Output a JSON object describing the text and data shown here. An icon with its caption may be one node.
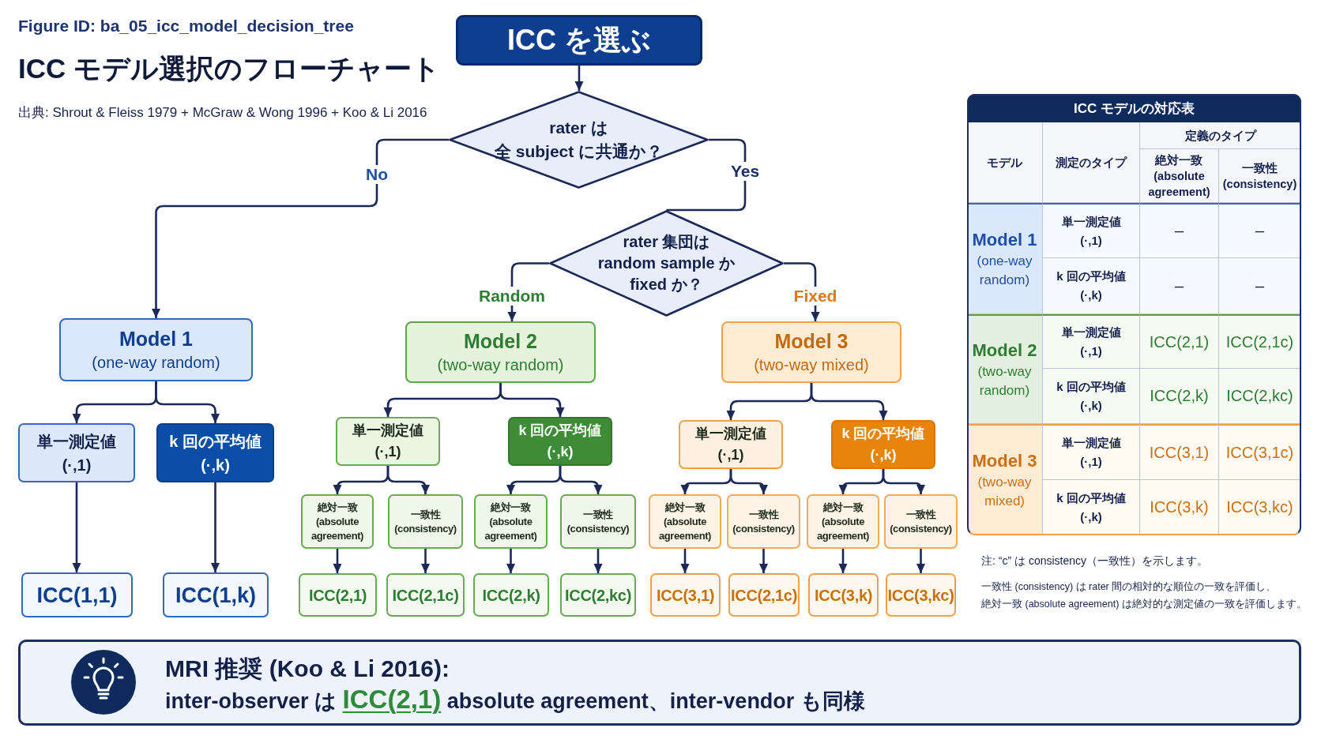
{
  "diagram": {
    "title": "ICC モデル選択のフローチャート",
    "nodes": [
      {
        "text": [
          "ICC を選ぶ"
        ]
      },
      {
        "text": [
          "rater は全 subject に共通か？"
        ]
      },
      {
        "text": [
          "rater 集団は random sample か fixed か？"
        ]
      },
      {
        "text": [
          "Model 1",
          "(one-way random)"
        ]
      },
      {
        "text": [
          "Model 2",
          "(two-way random)"
        ]
      },
      {
        "text": [
          "Model 3",
          "(two-way mixed)"
        ]
      },
      {
        "text": [
          "単一測定値 (·,1)"
        ]
      },
      {
        "text": [
          "k 回の平均値 (·,k)"
        ]
      },
      {
        "text": [
          "単一測定値 (·,1)"
        ]
      },
      {
        "text": [
          "k 回の平均値 (·,k)"
        ]
      },
      {
        "text": [
          "単一測定値 (·,1)"
        ]
      },
      {
        "text": [
          "k 回の平均値 (·,k)"
        ]
      },
      {
        "text": [
          "絶対一致 (absolute agreement)"
        ]
      },
      {
        "text": [
          "一致性 (consistency)"
        ]
      },
      {
        "text": [
          "絶対一致 (absolute agreement)"
        ]
      },
      {
        "text": [
          "一致性 (consistency)"
        ]
      },
      {
        "text": [
          "絶対一致 (absolute agreement)"
        ]
      },
      {
        "text": [
          "一致性 (consistency)"
        ]
      },
      {
        "text": [
          "絶対一致 (absolute agreement)"
        ]
      },
      {
        "text": [
          "一致性 (consistency)"
        ]
      },
      {
        "text": [
          "ICC(1,1)"
        ]
      },
      {
        "text": [
          "ICC(1,k)"
        ]
      },
      {
        "text": [
          "ICC(2,1)"
        ]
      },
      {
        "text": [
          "ICC(2,1c)"
        ]
      },
      {
        "text": [
          "ICC(2,k)"
        ]
      },
      {
        "text": [
          "ICC(2,kc)"
        ]
      },
      {
        "text": [
          "ICC(3,1)"
        ]
      },
      {
        "text": [
          "ICC(2,1c)"
        ]
      },
      {
        "text": [
          "ICC(3,k)"
        ]
      },
      {
        "text": [
          "ICC(3,kc)"
        ]
      },
      {
        "text": [
          "MRI 推奨 (Koo & Li 2016):",
          "inter-observer は **ICC(2,1)** absolute agreement、inter-vendor も同様"
        ]
      }
    ],
    "edges": [
      {
        "from": 0,
        "to": 1,
        "arrow": "to"
      },
      {
        "from": 1,
        "to": 3,
        "arrow": "to",
        "label": "No"
      },
      {
        "from": 1,
        "to": 2,
        "arrow": "none",
        "label": "Yes"
      },
      {
        "from": 2,
        "to": 4,
        "arrow": "to",
        "label": "Random"
      },
      {
        "from": 2,
        "to": 5,
        "arrow": "to",
        "label": "Fixed"
      },
      {
        "from": 3,
        "to": 6,
        "arrow": "to"
      },
      {
        "from": 3,
        "to": 7,
        "arrow": "to"
      },
      {
        "from": 4,
        "to": 8,
        "arrow": "to"
      },
      {
        "from": 4,
        "to": 9,
        "arrow": "to"
      },
      {
        "from": 5,
        "to": 10,
        "arrow": "to"
      },
      {
        "from": 5,
        "to": 11,
        "arrow": "to"
      },
      {
        "from": 6,
        "to": 20,
        "arrow": "to"
      },
      {
        "from": 7,
        "to": 21,
        "arrow": "to"
      },
      {
        "from": 8,
        "to": 12,
        "arrow": "to"
      },
      {
        "from": 8,
        "to": 13,
        "arrow": "to"
      },
      {
        "from": 9,
        "to": 14,
        "arrow": "to"
      },
      {
        "from": 9,
        "to": 15,
        "arrow": "to"
      },
      {
        "from": 10,
        "to": 16,
        "arrow": "to"
      },
      {
        "from": 10,
        "to": 17,
        "arrow": "to"
      },
      {
        "from": 11,
        "to": 18,
        "arrow": "to"
      },
      {
        "from": 11,
        "to": 19,
        "arrow": "to"
      },
      {
        "from": 12,
        "to": 22,
        "arrow": "to"
      },
      {
        "from": 13,
        "to": 23,
        "arrow": "to"
      },
      {
        "from": 14,
        "to": 24,
        "arrow": "to"
      },
      {
        "from": 15,
        "to": 25,
        "arrow": "to"
      },
      {
        "from": 16,
        "to": 26,
        "arrow": "to"
      },
      {
        "from": 17,
        "to": 27,
        "arrow": "to"
      },
      {
        "from": 18,
        "to": 28,
        "arrow": "to"
      },
      {
        "from": 19,
        "to": 29,
        "arrow": "to"
      }
    ],
    "labels": [
      "Figure ID: ba_05_icc_model_decision_tree",
      "出典: Shrout & Fleiss 1979 + McGraw & Wong 1996 + Koo & Li 2016",
      "ICC モデルの対応表",
      "モデル",
      "測定のタイプ",
      "定義のタイプ",
      "絶対一致 (absolute agreement)",
      "一致性 (consistency)",
      "Model 1",
      "(one-way random)",
      "単一測定値 (·,1)",
      "–",
      "–",
      "k 回の平均値 (·,k)",
      "–",
      "–",
      "Model 2",
      "(two-way random)",
      "単一測定値 (·,1)",
      "ICC(2,1)",
      "ICC(2,1c)",
      "k 回の平均値 (·,k)",
      "ICC(2,k)",
      "ICC(2,kc)",
      "Model 3",
      "(two-way mixed)",
      "単一測定値 (·,1)",
      "ICC(3,1)",
      "ICC(3,1c)",
      "k 回の平均値 (·,k)",
      "ICC(3,k)",
      "ICC(3,kc)",
      "注: “c” は consistency（一致性）を示します。",
      "一致性 (consistency) は rater 間の相対的な順位の一致を評価し、絶対一致 (absolute agreement) は絶対的な測定値の一致を評価します。"
    ]
  }
}
